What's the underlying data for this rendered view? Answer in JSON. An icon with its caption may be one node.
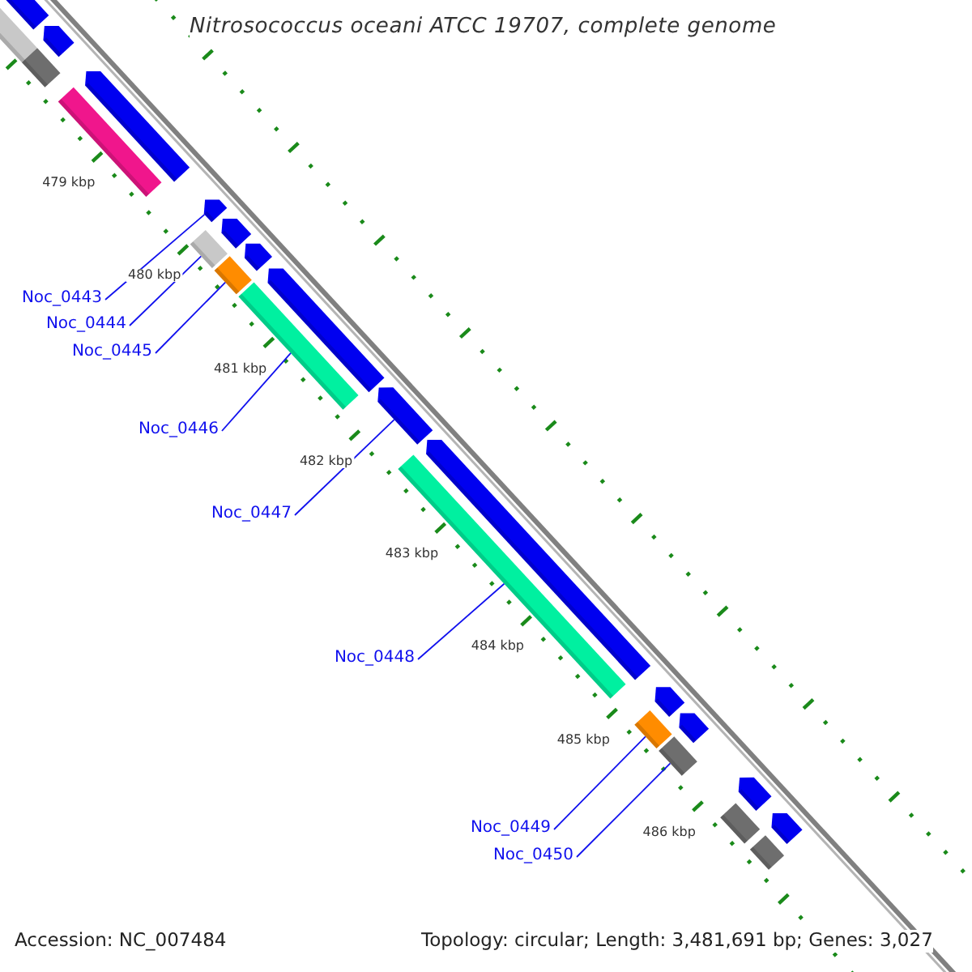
{
  "diagram": {
    "title": "Nitrosococcus oceani ATCC 19707, complete genome",
    "nodes": [
      {
        "text": [
          "Noc_0443"
        ]
      },
      {
        "text": [
          "Noc_0444"
        ]
      },
      {
        "text": [
          "Noc_0445"
        ]
      },
      {
        "text": [
          "Noc_0446"
        ]
      },
      {
        "text": [
          "Noc_0447"
        ]
      },
      {
        "text": [
          "Noc_0448"
        ]
      },
      {
        "text": [
          "Noc_0449"
        ]
      },
      {
        "text": [
          "Noc_0450"
        ]
      },
      {
        "text": [],
        "shape": "bar"
      },
      {
        "text": [],
        "shape": "bar"
      },
      {
        "text": [],
        "shape": "bar"
      },
      {
        "text": [],
        "shape": "bar"
      },
      {
        "text": [],
        "shape": "bar"
      },
      {
        "text": [],
        "shape": "bar"
      },
      {
        "text": [],
        "shape": "bar"
      },
      {
        "text": [],
        "shape": "bar"
      },
      {
        "text": [],
        "shape": "bar"
      },
      {
        "text": [],
        "shape": "bar"
      },
      {
        "text": [],
        "shape": "bar"
      },
      {
        "text": [],
        "shape": "bar"
      },
      {
        "text": [],
        "shape": "bar"
      },
      {
        "text": [],
        "shape": "bar"
      },
      {
        "text": [],
        "shape": "bar"
      },
      {
        "text": [],
        "shape": "bar"
      },
      {
        "text": [],
        "shape": "bar"
      },
      {
        "text": [],
        "shape": "bar"
      },
      {
        "text": [],
        "shape": "bar"
      },
      {
        "text": [],
        "shape": "bar"
      },
      {
        "text": [],
        "shape": "bar"
      },
      {
        "text": [],
        "shape": "bar"
      },
      {
        "text": [],
        "shape": "bar"
      },
      {
        "text": [],
        "shape": "bar"
      }
    ],
    "edges": [
      {
        "from": 0,
        "to": 14,
        "arrow": "none"
      },
      {
        "from": 1,
        "to": 15,
        "arrow": "none"
      },
      {
        "from": 2,
        "to": 17,
        "arrow": "none"
      },
      {
        "from": 3,
        "to": 19,
        "arrow": "none"
      },
      {
        "from": 4,
        "to": 21,
        "arrow": "none"
      },
      {
        "from": 5,
        "to": 23,
        "arrow": "none"
      },
      {
        "from": 6,
        "to": 25,
        "arrow": "none"
      },
      {
        "from": 7,
        "to": 27,
        "arrow": "none"
      }
    ],
    "labels": [
      "479 kbp",
      "480 kbp",
      "481 kbp",
      "482 kbp",
      "483 kbp",
      "484 kbp",
      "485 kbp",
      "486 kbp",
      "Accession: NC_007484",
      "Topology: circular; Length: 3,481,691 bp; Genes: 3,027"
    ]
  }
}
